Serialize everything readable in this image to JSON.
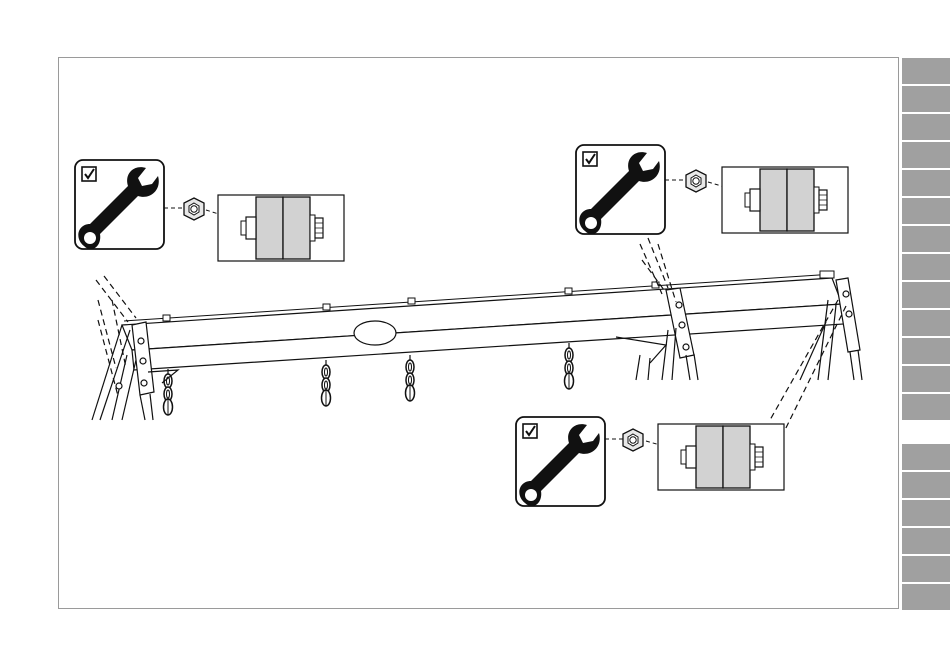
{
  "page": {
    "frame_border_color": "#9a9a9a",
    "tab_color": "#a0a0a0",
    "tab_count_top": 13,
    "tab_count_bottom": 6
  },
  "diagram": {
    "description_icons": [
      "checkbox-checked-icon",
      "wrench-icon",
      "hex-nut-icon",
      "bolt-detail-icon"
    ],
    "callouts": [
      {
        "id": "callout-left",
        "icon": "wrench-icon",
        "checked": true
      },
      {
        "id": "callout-right",
        "icon": "wrench-icon",
        "checked": true
      },
      {
        "id": "callout-bottom",
        "icon": "wrench-icon",
        "checked": true
      }
    ]
  }
}
